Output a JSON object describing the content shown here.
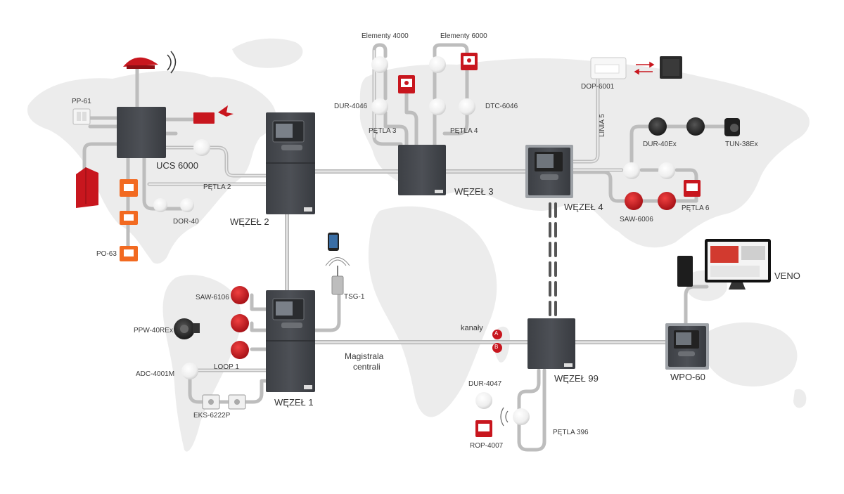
{
  "labels": {
    "elementy4000": "Elementy 4000",
    "elementy6000": "Elementy 6000",
    "dop6001": "DOP-6001",
    "pp61": "PP-61",
    "dur4046": "DUR-4046",
    "dtc6046": "DTC-6046",
    "petla3": "PĘTLA 3",
    "petla4": "PĘTLA 4",
    "linia5": "LINIA 5",
    "dur40ex": "DUR-40Ex",
    "tun38ex": "TUN-38Ex",
    "ucs6000": "UCS 6000",
    "petla2": "PĘTLA 2",
    "wezel3": "WĘZEŁ 3",
    "wezel4": "WĘZEŁ 4",
    "saw6006": "SAW-6006",
    "petla6": "PĘTLA 6",
    "dor40": "DOR-40",
    "wezel2": "WĘZEŁ 2",
    "po63": "PO-63",
    "saw6106": "SAW-6106",
    "tsg1": "TSG-1",
    "veno": "VENO",
    "ppw40rex": "PPW-40REx",
    "kanaly": "kanały",
    "channelA": "A",
    "channelB": "B",
    "loop1": "LOOP 1",
    "magistrala": "Magistrala",
    "centrali": "centrali",
    "adc4001m": "ADC-4001M",
    "wezel99": "WĘZEŁ 99",
    "wpo60": "WPO-60",
    "wezel1": "WĘZEŁ 1",
    "dur4047": "DUR-4047",
    "eks6222p": "EKS-6222P",
    "petla396": "PĘTLA 396",
    "rop4007": "ROP-4007"
  },
  "colors": {
    "map": "#ececec",
    "cable": "#cfcfcf",
    "cable_edge": "#aaaaaa",
    "cabinet": "#45484d",
    "cabinet_dark": "#34373b",
    "red": "#c8161e",
    "orange": "#f26a21"
  }
}
